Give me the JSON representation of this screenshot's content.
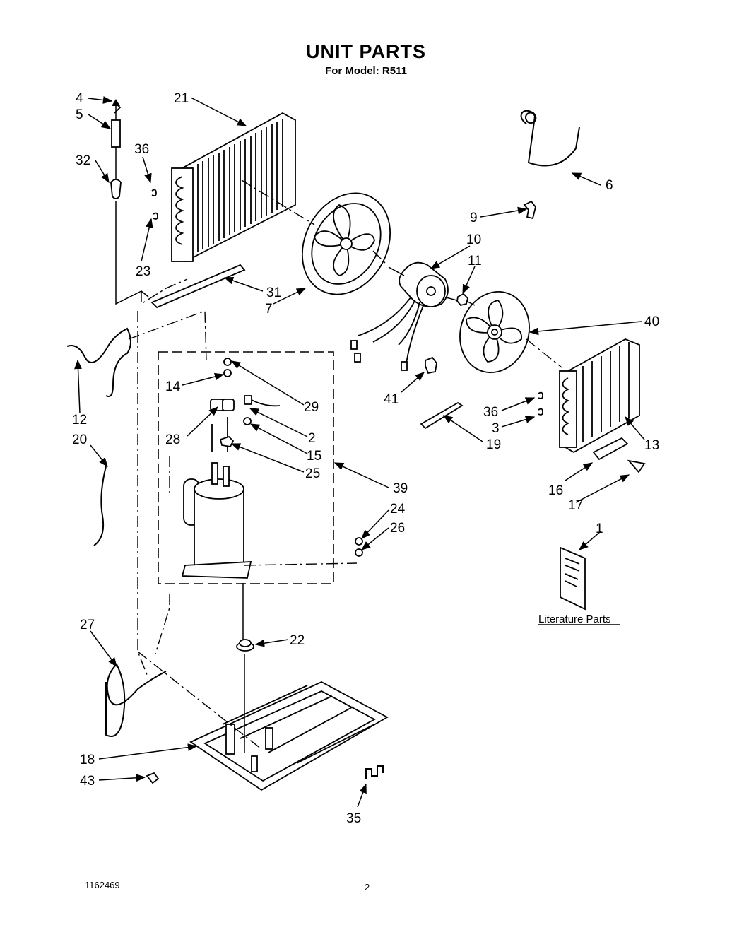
{
  "header": {
    "title": "UNIT PARTS",
    "subtitle": "For Model: R511"
  },
  "callouts": [
    "1",
    "2",
    "3",
    "4",
    "5",
    "6",
    "7",
    "9",
    "10",
    "11",
    "12",
    "13",
    "14",
    "15",
    "16",
    "17",
    "18",
    "19",
    "20",
    "21",
    "22",
    "23",
    "24",
    "25",
    "26",
    "27",
    "28",
    "29",
    "31",
    "32",
    "35",
    "36",
    "36",
    "39",
    "40",
    "41",
    "43"
  ],
  "literature_label": "Literature Parts",
  "footer": {
    "doc_number": "1162469",
    "page": "2"
  }
}
